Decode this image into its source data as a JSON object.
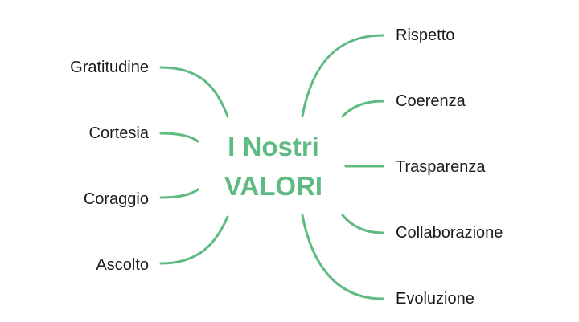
{
  "center": {
    "line1": "I Nostri",
    "line2": "VALORI"
  },
  "left_values": [
    "Gratitudine",
    "Cortesia",
    "Coraggio",
    "Ascolto"
  ],
  "right_values": [
    "Rispetto",
    "Coerenza",
    "Trasparenza",
    "Collaborazione",
    "Evoluzione"
  ],
  "colors": {
    "accent": "#5dbb82",
    "text": "#1b1b1b",
    "background": "#ffffff"
  }
}
